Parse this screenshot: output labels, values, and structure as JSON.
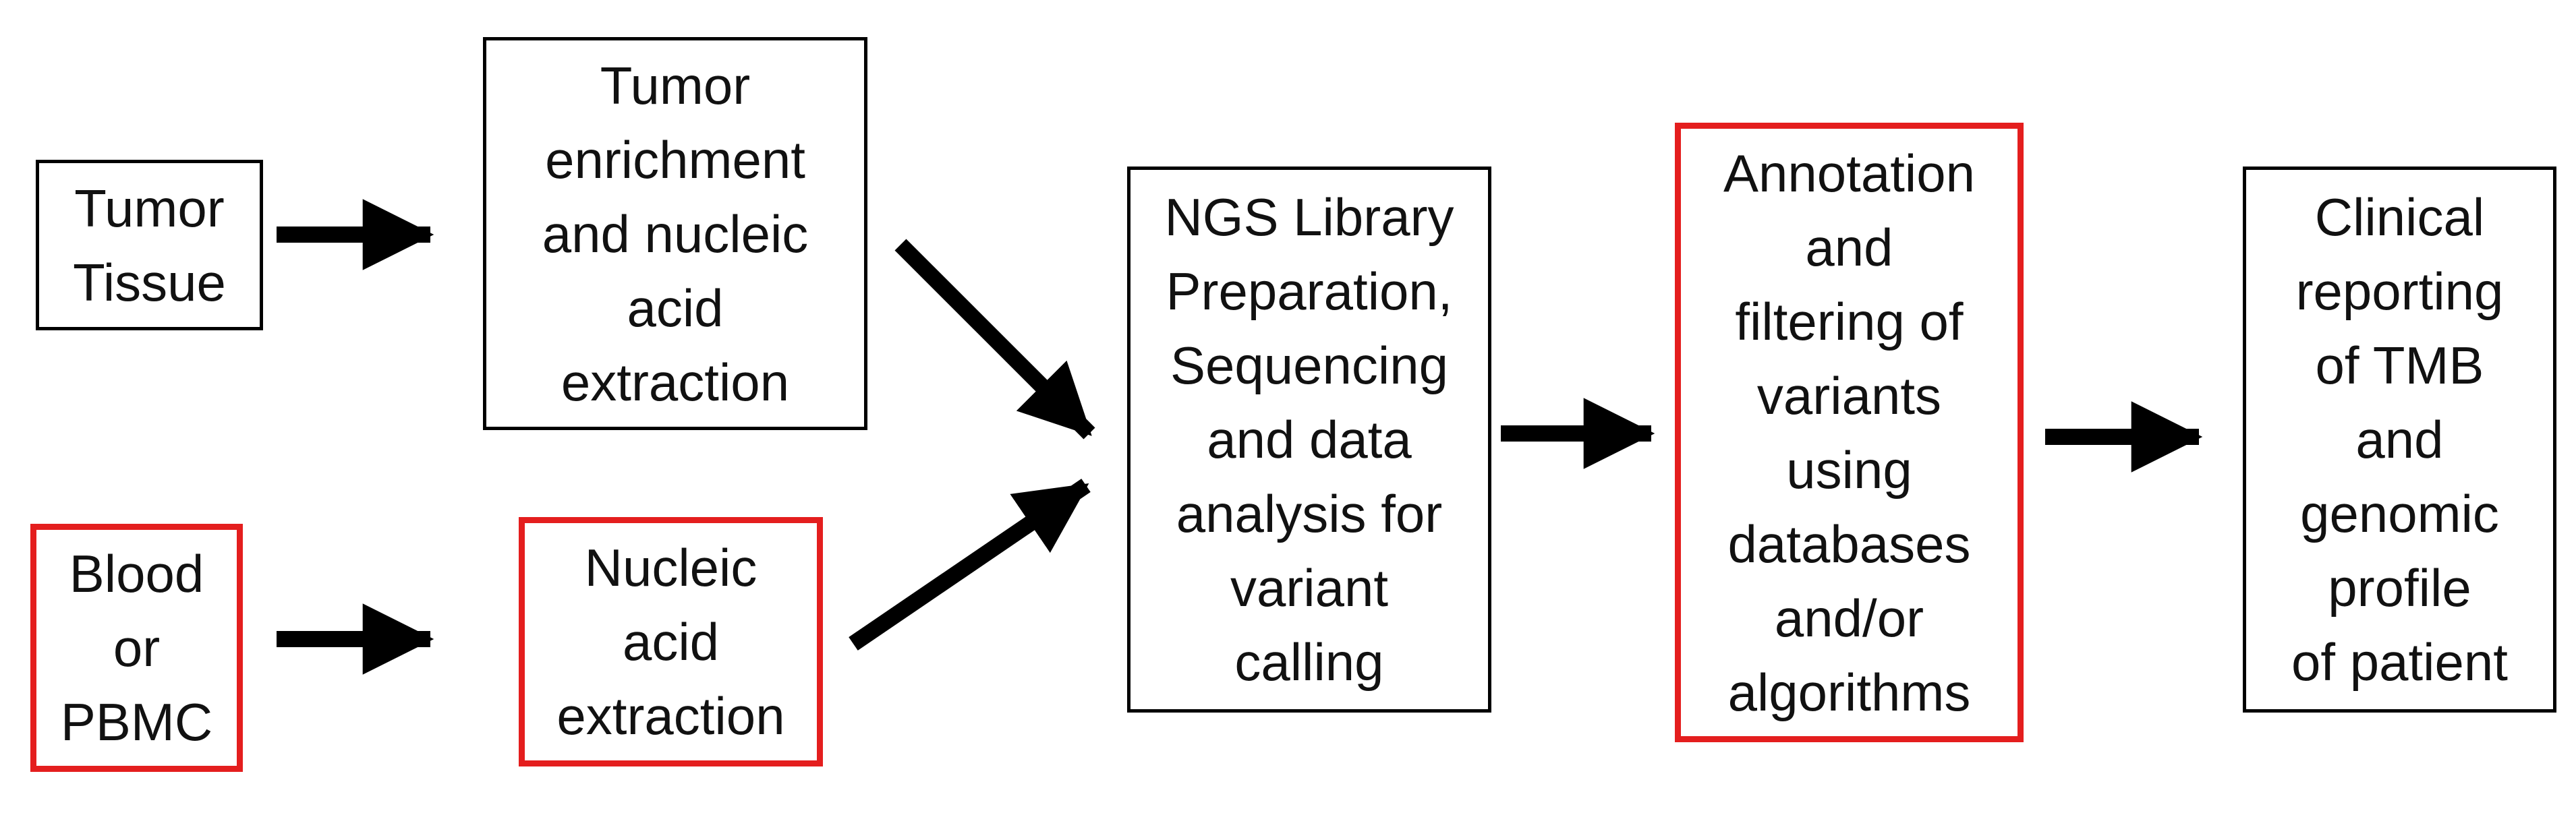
{
  "diagram": {
    "nodes": [
      {
        "id": "tumor-tissue",
        "label": "Tumor\nTissue",
        "border": "black"
      },
      {
        "id": "tumor-enrichment",
        "label": "Tumor\nenrichment\nand nucleic\nacid\nextraction",
        "border": "black"
      },
      {
        "id": "blood-pbmc",
        "label": "Blood\nor\nPBMC",
        "border": "red"
      },
      {
        "id": "nucleic-acid-extraction",
        "label": "Nucleic\nacid\nextraction",
        "border": "red"
      },
      {
        "id": "ngs-library",
        "label": "NGS Library\nPreparation,\nSequencing\nand data\nanalysis for\nvariant\ncalling",
        "border": "black"
      },
      {
        "id": "annotation-filtering",
        "label": "Annotation\nand\nfiltering of\nvariants\nusing\ndatabases\nand/or\nalgorithms",
        "border": "red"
      },
      {
        "id": "clinical-reporting",
        "label": "Clinical\nreporting\nof TMB\nand\ngenomic\nprofile\nof patient",
        "border": "black"
      }
    ],
    "edges": [
      {
        "from": "tumor-tissue",
        "to": "tumor-enrichment"
      },
      {
        "from": "blood-pbmc",
        "to": "nucleic-acid-extraction"
      },
      {
        "from": "tumor-enrichment",
        "to": "ngs-library"
      },
      {
        "from": "nucleic-acid-extraction",
        "to": "ngs-library"
      },
      {
        "from": "ngs-library",
        "to": "annotation-filtering"
      },
      {
        "from": "annotation-filtering",
        "to": "clinical-reporting"
      }
    ],
    "colors": {
      "highlight_border": "#e41e1e",
      "default_border": "#000000",
      "arrow": "#000000"
    }
  }
}
